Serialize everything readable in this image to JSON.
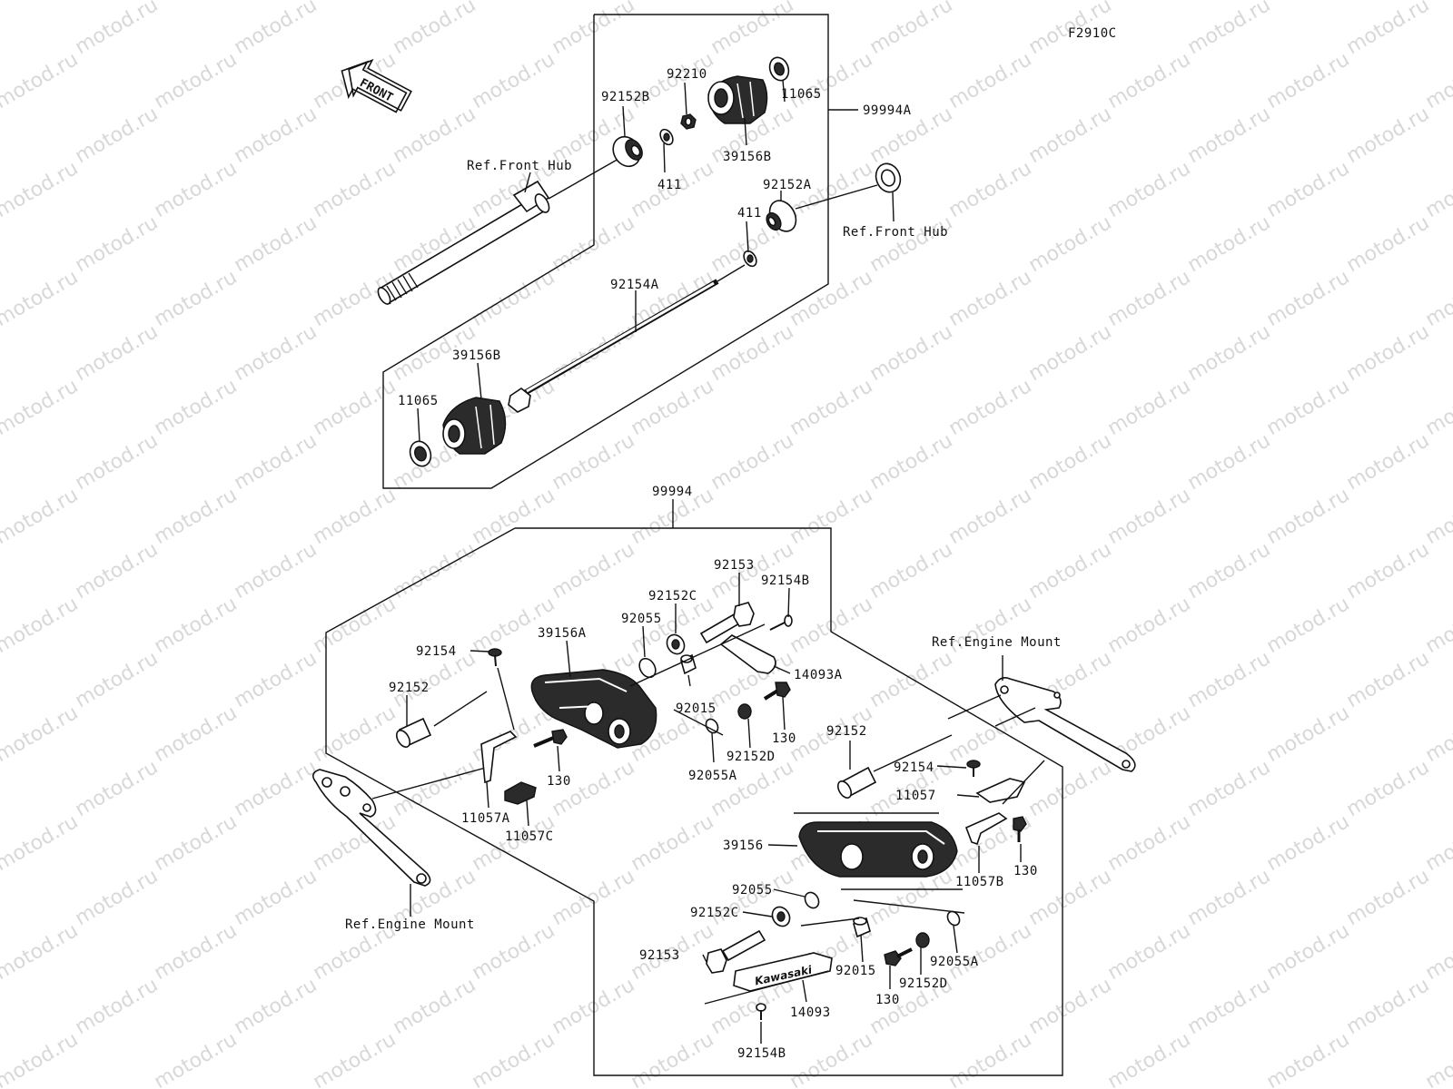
{
  "diagram_code": "F2910C",
  "front_arrow_text": "FRONT",
  "watermark_text": "motod.ru",
  "colors": {
    "line": "#111111",
    "watermark": "#d8d8d8",
    "part_fill": "#2b2b2b"
  },
  "labels": {
    "l_92152b": "92152B",
    "l_92210": "92210",
    "l_11065_top": "11065",
    "l_99994a": "99994A",
    "l_411_top": "411",
    "l_39156b_top": "39156B",
    "l_ref_front_hub_left": "Ref.Front Hub",
    "l_92152a": "92152A",
    "l_411_mid": "411",
    "l_ref_front_hub_right": "Ref.Front Hub",
    "l_92154a": "92154A",
    "l_39156b_bottom": "39156B",
    "l_11065_bottom": "11065",
    "l_99994": "99994",
    "l_92153_top": "92153",
    "l_92154b_top": "92154B",
    "l_92152c_top": "92152C",
    "l_92055_top": "92055",
    "l_39156a": "39156A",
    "l_92154_left": "92154",
    "l_14093a": "14093A",
    "l_92152_left": "92152",
    "l_92015_top": "92015",
    "l_130_mid": "130",
    "l_92152d_top": "92152D",
    "l_92055a_top": "92055A",
    "l_130_left": "130",
    "l_11057a": "11057A",
    "l_11057c": "11057C",
    "l_ref_engine_mount_left": "Ref.Engine Mount",
    "l_ref_engine_mount_right": "Ref.Engine Mount",
    "l_92152_right": "92152",
    "l_92154_right": "92154",
    "l_11057": "11057",
    "l_39156": "39156",
    "l_130_right": "130",
    "l_11057b": "11057B",
    "l_92055_bottom": "92055",
    "l_92152c_bottom": "92152C",
    "l_92153_bottom": "92153",
    "l_92015_bottom": "92015",
    "l_130_bottom": "130",
    "l_92152d_bottom": "92152D",
    "l_92055a_bottom": "92055A",
    "l_14093": "14093",
    "l_92154b_bottom": "92154B"
  },
  "badge_text": "Kawasaki"
}
